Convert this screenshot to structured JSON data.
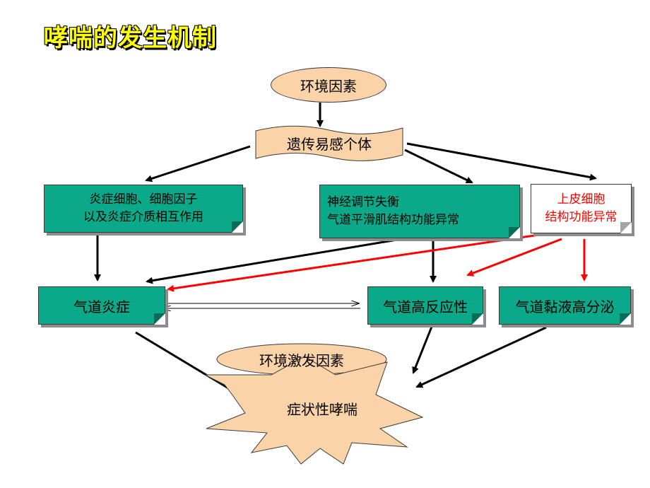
{
  "title": "哮喘的发生机制",
  "nodes": {
    "environment": "环境因素",
    "susceptible": "遗传易感个体",
    "inflammatory_cells": [
      "炎症细胞、细胞因子",
      "以及炎症介质相互作用"
    ],
    "neural": [
      "神经调节失衡",
      "气道平滑肌结构功能异常"
    ],
    "epithelial": [
      "上皮细胞",
      "结构功能异常"
    ],
    "airway_inflammation": "气道炎症",
    "airway_hyperresponsiveness": "气道高反应性",
    "mucus_hypersecretion": "气道黏液高分泌",
    "trigger_factors": "环境激发因素",
    "symptomatic_asthma": "症状性哮喘"
  },
  "colors": {
    "green_box": "#0aa98a",
    "peach": "#fbd3a8",
    "title": "#ffff00",
    "red_arrow": "#ff0000",
    "black_arrow": "#000000"
  }
}
